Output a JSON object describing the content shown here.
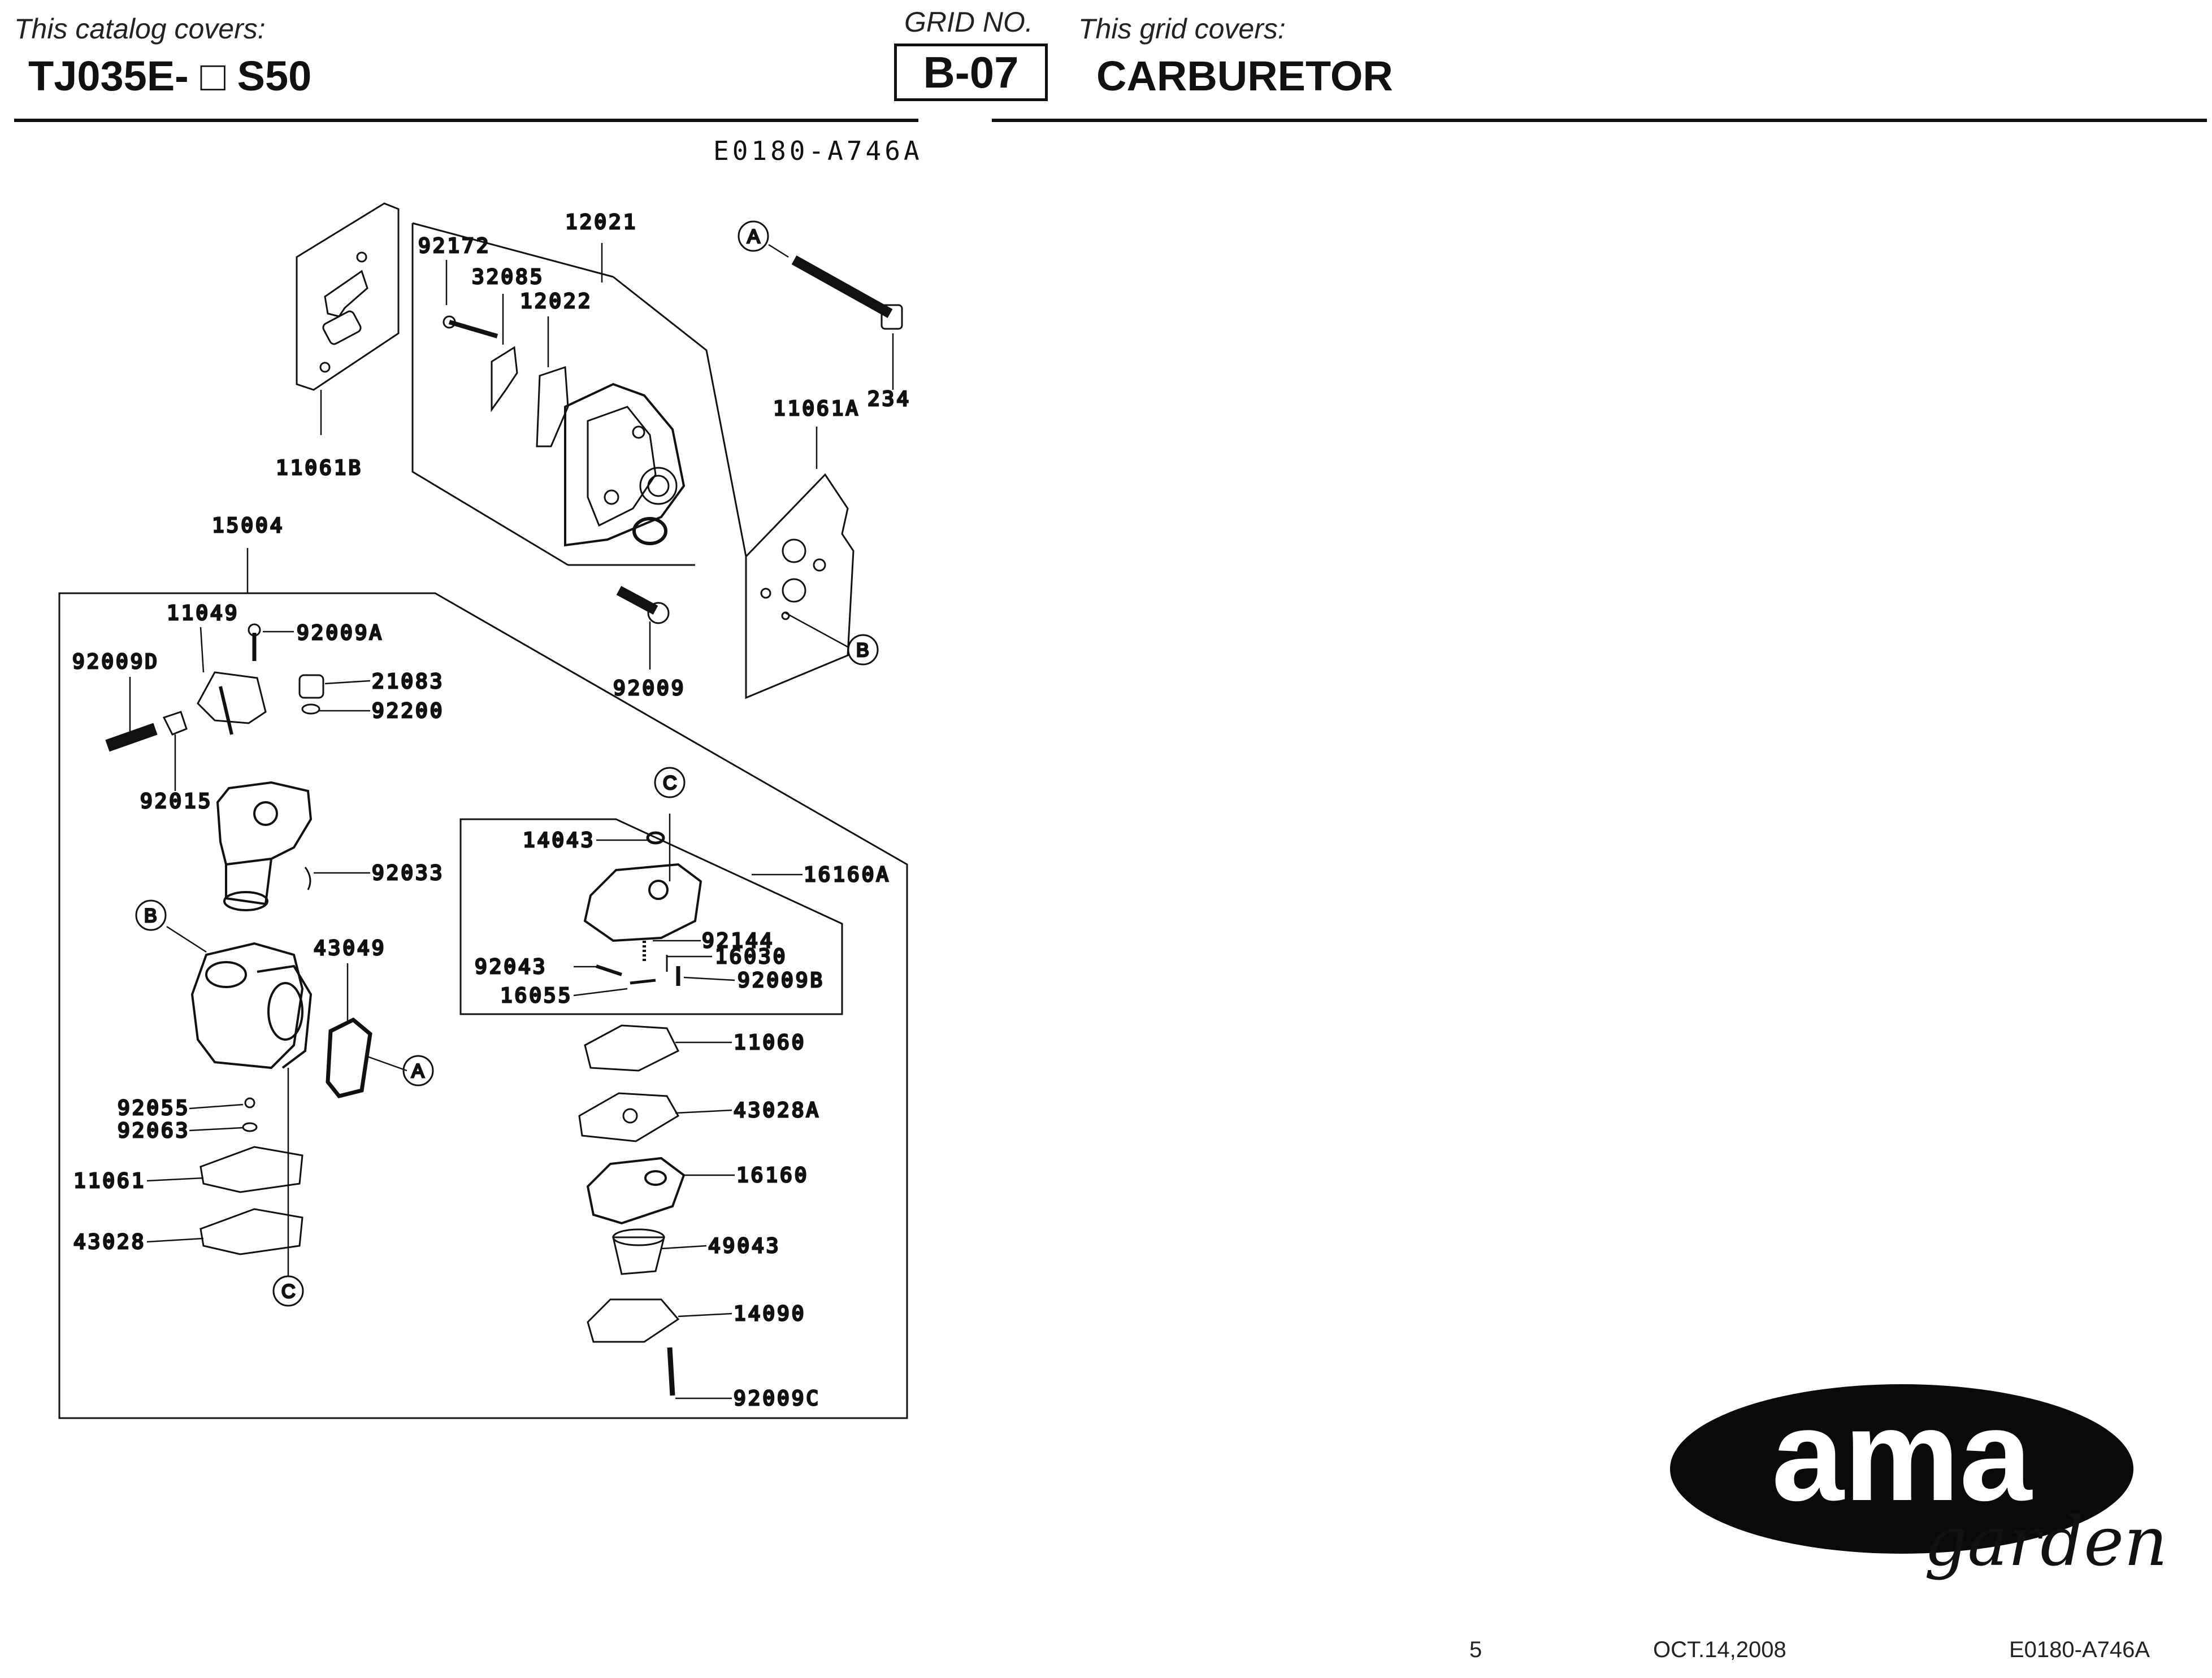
{
  "header": {
    "catalog_caption": "This catalog covers:",
    "catalog_model": "TJ035E- □ S50",
    "grid_caption": "GRID NO.",
    "grid_number": "B-07",
    "grid_covers_caption": "This grid covers:",
    "grid_covers_title": "CARBURETOR"
  },
  "diagram": {
    "code": "E0180-A746A",
    "part_labels": {
      "p12021": "12021",
      "p92172": "92172",
      "p32085": "32085",
      "p12022": "12022",
      "p11061B": "11061B",
      "p11061A": "11061A",
      "p234": "234",
      "p92009": "92009",
      "p15004": "15004",
      "p11049": "11049",
      "p92009A": "92009A",
      "p92009D": "92009D",
      "p21083": "21083",
      "p92200": "92200",
      "p92015": "92015",
      "p92033": "92033",
      "p43049": "43049",
      "p92055": "92055",
      "p92063": "92063",
      "p11061": "11061",
      "p43028": "43028",
      "p14043": "14043",
      "p16160A": "16160A",
      "p92144": "92144",
      "p92043": "92043",
      "p16030": "16030",
      "p92009B": "92009B",
      "p16055": "16055",
      "p11060": "11060",
      "p43028A": "43028A",
      "p16160": "16160",
      "p49043": "49043",
      "p14090": "14090",
      "p92009C": "92009C"
    },
    "ref_markers": {
      "a": "A",
      "b": "B",
      "c": "C"
    }
  },
  "logo": {
    "wordmark": "ama",
    "script": "garden"
  },
  "footer": {
    "page_number": "5",
    "date": "OCT.14,2008",
    "code": "E0180-A746A"
  }
}
